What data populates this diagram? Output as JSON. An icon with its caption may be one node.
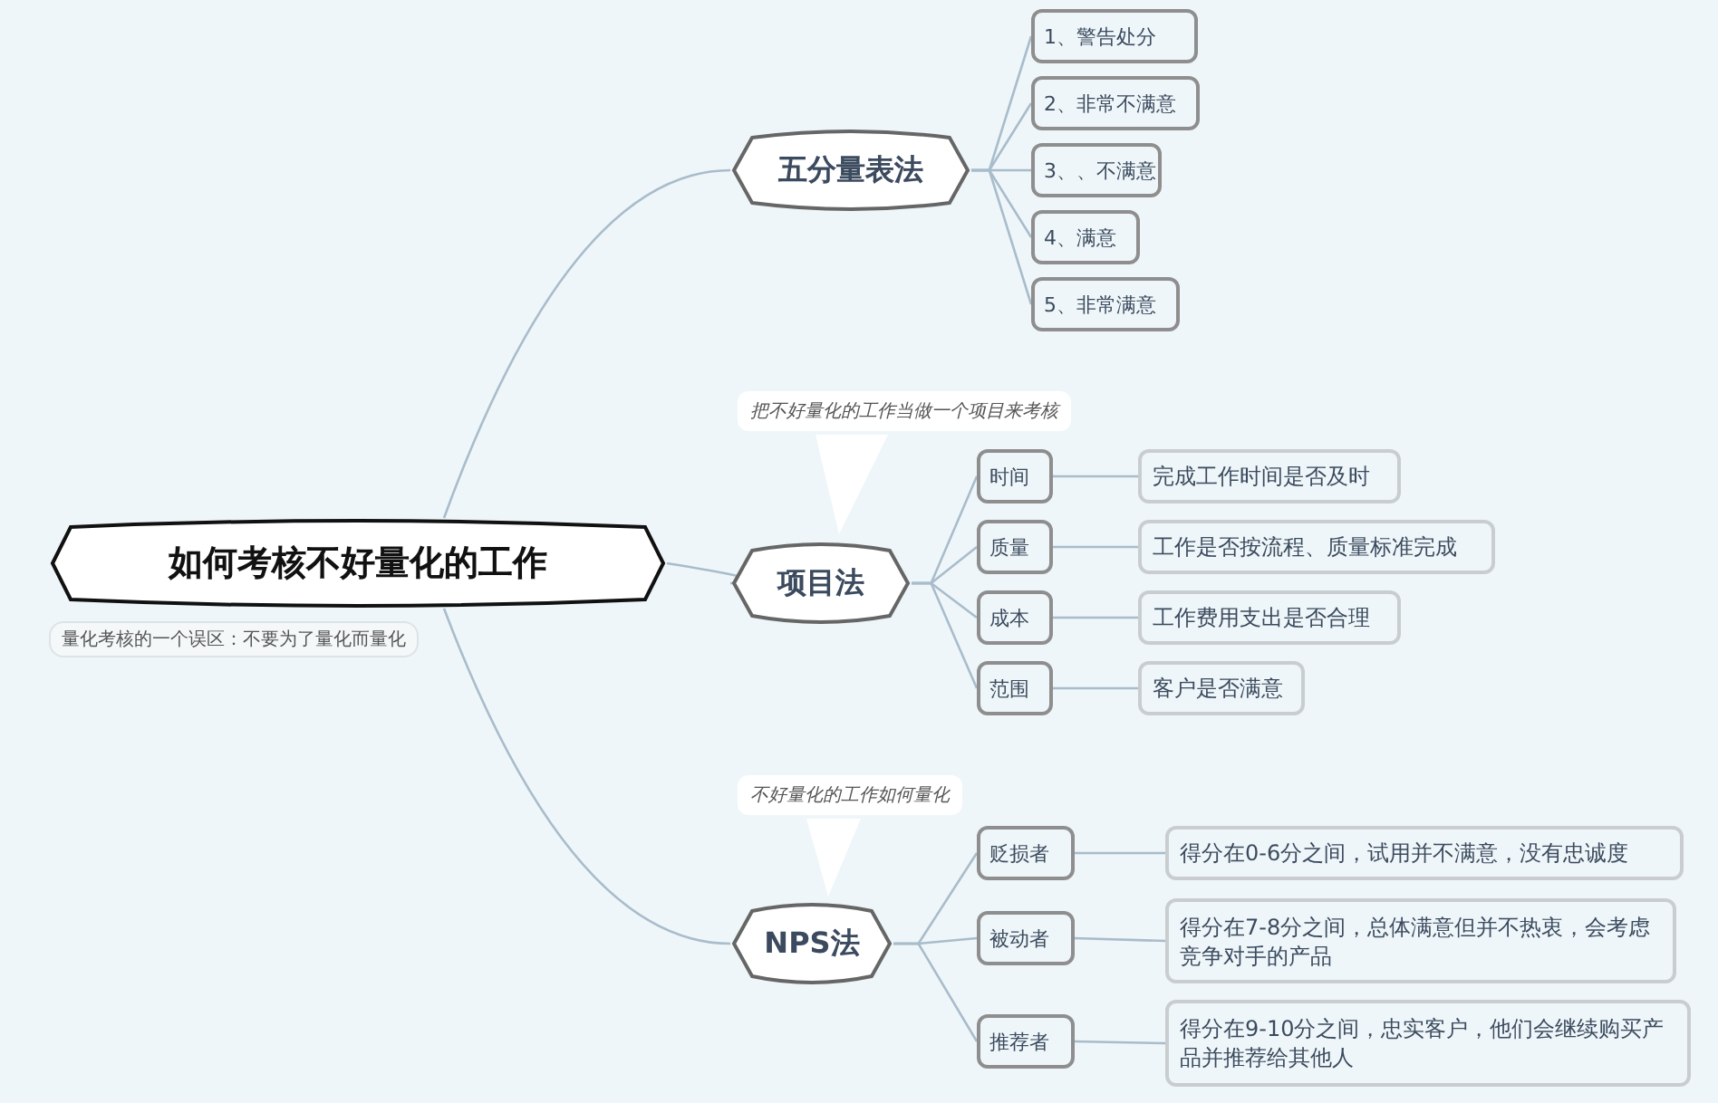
{
  "diagram": {
    "nodes": [
      {
        "text": [
          "如何考核不好量化的工作"
        ],
        "beside": [
          "量化考核的一个误区：不要为了量化而量化"
        ]
      },
      {
        "text": [
          "五分量表法"
        ]
      },
      {
        "text": [
          "1、警告处分"
        ]
      },
      {
        "text": [
          "2、非常不满意"
        ]
      },
      {
        "text": [
          "3、、不满意"
        ]
      },
      {
        "text": [
          "4、满意"
        ]
      },
      {
        "text": [
          "5、非常满意"
        ]
      },
      {
        "text": [
          "项目法"
        ]
      },
      {
        "text": [
          "时间"
        ]
      },
      {
        "text": [
          "完成工作时间是否及时"
        ]
      },
      {
        "text": [
          "质量"
        ]
      },
      {
        "text": [
          "工作是否按流程、质量标准完成"
        ]
      },
      {
        "text": [
          "成本"
        ]
      },
      {
        "text": [
          "工作费用支出是否合理"
        ]
      },
      {
        "text": [
          "范围"
        ]
      },
      {
        "text": [
          "客户是否满意"
        ]
      },
      {
        "text": [
          "NPS法"
        ]
      },
      {
        "text": [
          "贬损者"
        ]
      },
      {
        "text": [
          "得分在0-6分之间，试用并不满意，没有忠诚度"
        ]
      },
      {
        "text": [
          "被动者"
        ]
      },
      {
        "text": [
          "得分在7-8分之间，总体满意但并不热衷，会考虑竞争对手的产品"
        ]
      },
      {
        "text": [
          "推荐者"
        ]
      },
      {
        "text": [
          "得分在9-10分之间，忠实客户，他们会继续购买产品并推荐给其他人"
        ]
      }
    ],
    "edges": [
      {
        "from": 0,
        "to": 1,
        "arrow": "none"
      },
      {
        "from": 1,
        "to": 2,
        "arrow": "none"
      },
      {
        "from": 1,
        "to": 3,
        "arrow": "none"
      },
      {
        "from": 1,
        "to": 4,
        "arrow": "none"
      },
      {
        "from": 1,
        "to": 5,
        "arrow": "none"
      },
      {
        "from": 1,
        "to": 6,
        "arrow": "none"
      },
      {
        "from": 0,
        "to": 7,
        "arrow": "none"
      },
      {
        "from": 7,
        "to": 8,
        "arrow": "none"
      },
      {
        "from": 7,
        "to": 10,
        "arrow": "none"
      },
      {
        "from": 7,
        "to": 12,
        "arrow": "none"
      },
      {
        "from": 7,
        "to": 14,
        "arrow": "none"
      },
      {
        "from": 8,
        "to": 9,
        "arrow": "none"
      },
      {
        "from": 10,
        "to": 11,
        "arrow": "none"
      },
      {
        "from": 12,
        "to": 13,
        "arrow": "none"
      },
      {
        "from": 14,
        "to": 15,
        "arrow": "none"
      },
      {
        "from": 0,
        "to": 16,
        "arrow": "none"
      },
      {
        "from": 16,
        "to": 17,
        "arrow": "none"
      },
      {
        "from": 16,
        "to": 19,
        "arrow": "none"
      },
      {
        "from": 16,
        "to": 21,
        "arrow": "none"
      },
      {
        "from": 17,
        "to": 18,
        "arrow": "none"
      },
      {
        "from": 19,
        "to": 20,
        "arrow": "none"
      },
      {
        "from": 21,
        "to": 22,
        "arrow": "none"
      }
    ],
    "labels": [
      "把不好量化的工作当做一个项目来考核",
      "不好量化的工作如何量化"
    ]
  }
}
